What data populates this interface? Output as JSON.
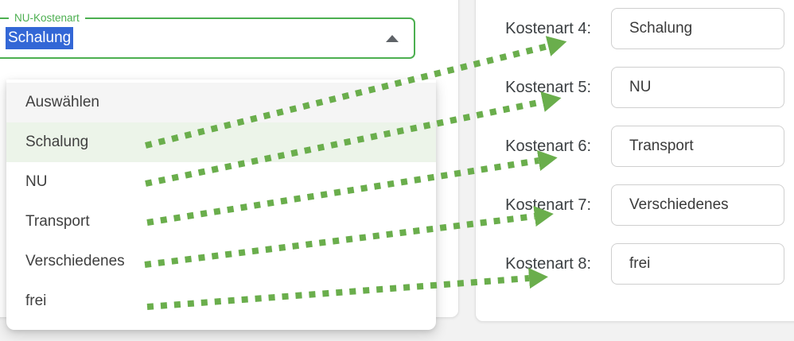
{
  "select_field": {
    "label": "NU-Kostenart",
    "value": "Schalung",
    "state": "open"
  },
  "dropdown_options": [
    {
      "label": "Auswählen",
      "state": "highlighted"
    },
    {
      "label": "Schalung",
      "state": "selected"
    },
    {
      "label": "NU",
      "state": "default"
    },
    {
      "label": "Transport",
      "state": "default"
    },
    {
      "label": "Verschiedenes",
      "state": "default"
    },
    {
      "label": "frei",
      "state": "default"
    }
  ],
  "kostenart_fields": [
    {
      "label": "Kostenart 4:",
      "value": "Schalung"
    },
    {
      "label": "Kostenart 5:",
      "value": "NU"
    },
    {
      "label": "Kostenart 6:",
      "value": "Transport"
    },
    {
      "label": "Kostenart 7:",
      "value": "Verschiedenes"
    },
    {
      "label": "Kostenart 8:",
      "value": "frei"
    }
  ],
  "arrow_mappings": [
    {
      "from_option": "Schalung",
      "to_field": "Kostenart 4:"
    },
    {
      "from_option": "NU",
      "to_field": "Kostenart 5:"
    },
    {
      "from_option": "Transport",
      "to_field": "Kostenart 6:"
    },
    {
      "from_option": "Verschiedenes",
      "to_field": "Kostenart 7:"
    },
    {
      "from_option": "frei",
      "to_field": "Kostenart 8:"
    }
  ],
  "icons": {
    "select_caret": "triangle-up-collapse-icon"
  },
  "colors": {
    "accent_green": "#4caf50",
    "arrow_green": "#6aae4c",
    "selection_blue": "#3367d6",
    "highlighted_option_bg": "#f5f5f5",
    "selected_option_bg": "#ecf4e9"
  }
}
